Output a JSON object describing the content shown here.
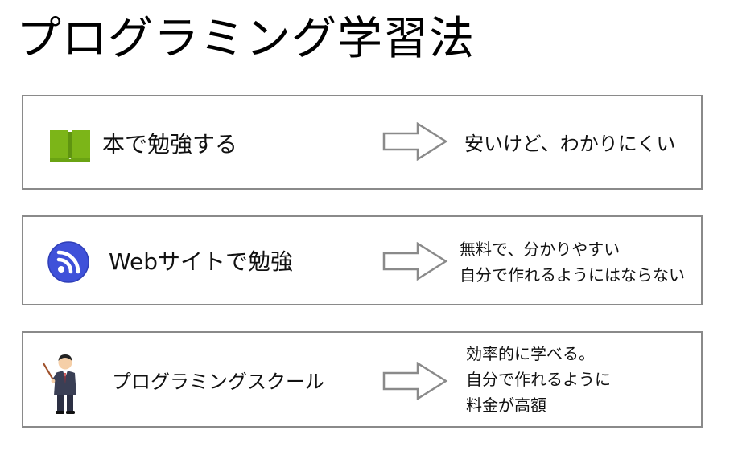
{
  "title": "プログラミング学習法",
  "colors": {
    "border": "#8a8a8a",
    "book_green": "#7cb518",
    "web_blue": "#3f51d9",
    "arrow_stroke": "#8a8a8a"
  },
  "rows": [
    {
      "icon": "open-book-icon",
      "label": "本で勉強する",
      "results": [
        "安いけど、わかりにくい"
      ]
    },
    {
      "icon": "rss-feed-icon",
      "label": "Webサイトで勉強",
      "results": [
        "無料で、分かりやすい",
        "自分で作れるようにはならない"
      ]
    },
    {
      "icon": "teacher-icon",
      "label": "プログラミングスクール",
      "results": [
        "効率的に学べる。",
        "自分で作れるように",
        "料金が高額"
      ]
    }
  ]
}
